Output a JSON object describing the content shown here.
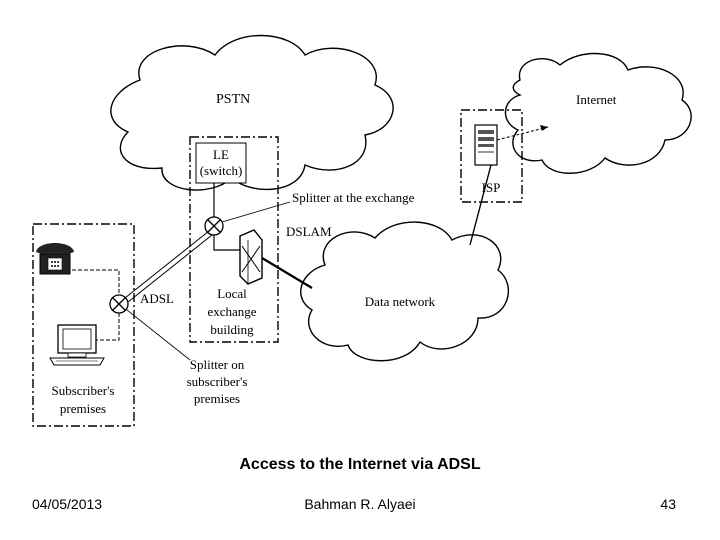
{
  "diagram": {
    "pstn": "PSTN",
    "internet": "Internet",
    "le_line1": "LE",
    "le_line2": "(switch)",
    "isp": "ISP",
    "splitter_exchange": "Splitter at the exchange",
    "dslam": "DSLAM",
    "adsl": "ADSL",
    "local_line1": "Local",
    "local_line2": "exchange",
    "local_line3": "building",
    "data_network": "Data network",
    "splitter_sub_line1": "Splitter on",
    "splitter_sub_line2": "subscriber's",
    "splitter_sub_line3": "premises",
    "subscriber_line1": "Subscriber's",
    "subscriber_line2": "premises"
  },
  "caption": "Access to the Internet via ADSL",
  "footer": {
    "date": "04/05/2013",
    "author": "Bahman R. Alyaei",
    "page": "43"
  }
}
